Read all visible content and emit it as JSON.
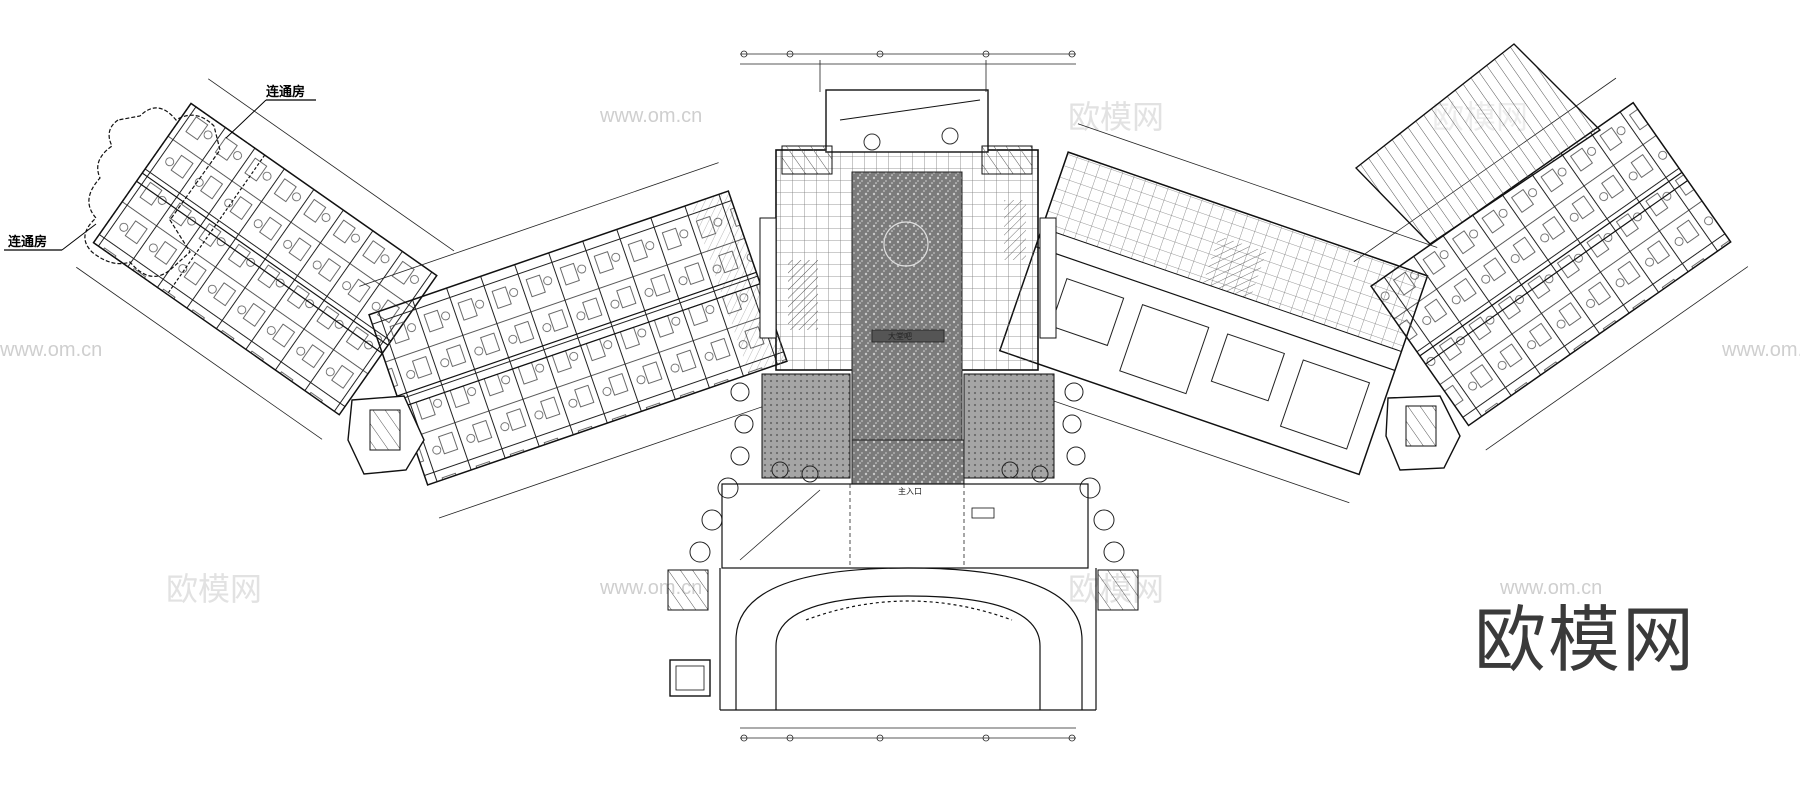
{
  "labels": {
    "callout_top": "连通房",
    "callout_left": "连通房",
    "main_entrance": "主入口",
    "lobby_tag": "大堂吧"
  },
  "watermarks": {
    "url": "www.om.cn",
    "name": "欧模网"
  },
  "brand": "欧模网",
  "colors": {
    "line": "#1a1a1a",
    "fill_dark": "#6f6f6f",
    "fill_mid": "#9a9a9a",
    "watermark": "#d0d0d0",
    "brand": "#3a3a3a"
  }
}
